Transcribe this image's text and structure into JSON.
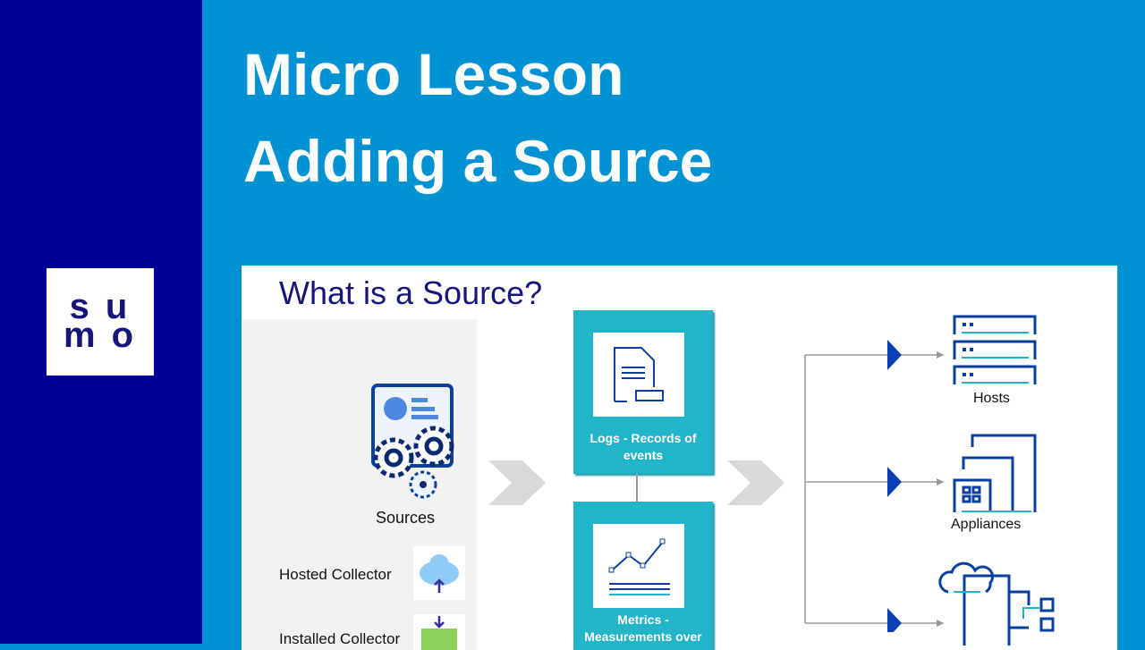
{
  "logo": {
    "line1": "su",
    "line2": "mo"
  },
  "header": {
    "title_line1": "Micro Lesson",
    "title_line2": "Adding a Source"
  },
  "slide": {
    "title": "What is a Source?",
    "sources_label": "Sources",
    "collectors": [
      {
        "label": "Hosted Collector",
        "icon": "cloud-upload-icon"
      },
      {
        "label": "Installed Collector",
        "icon": "server-download-icon"
      }
    ],
    "data_types": [
      {
        "label": "Logs - Records of events",
        "icon": "document-icon"
      },
      {
        "label": "Metrics - Measurements over",
        "icon": "line-chart-icon"
      }
    ],
    "targets": [
      {
        "label": "Hosts",
        "icon": "server-rack-icon"
      },
      {
        "label": "Appliances",
        "icon": "appliances-icon"
      },
      {
        "label": "",
        "icon": "cloud-network-icon"
      }
    ]
  },
  "colors": {
    "sidebar": "#000099",
    "background": "#0192d3",
    "teal": "#22b4c8",
    "navy": "#16167a",
    "arrow": "#0a3fb8"
  }
}
